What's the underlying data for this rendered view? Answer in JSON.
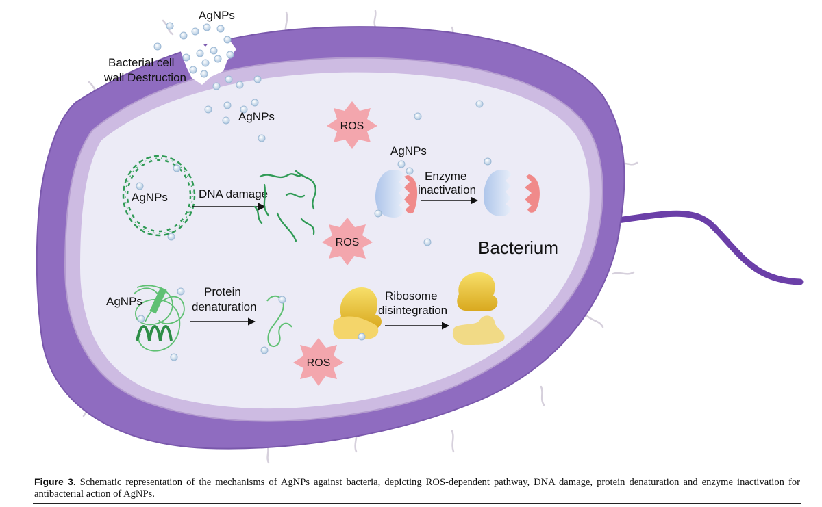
{
  "labels": {
    "agnps_top": "AgNPs",
    "cell_wall": [
      "Bacterial cell",
      "wall Destruction"
    ],
    "agnps_upper": "AgNPs",
    "ros": "ROS",
    "agnps_enzyme": "AgNPs",
    "enzyme_inactivation": [
      "Enzyme",
      "inactivation"
    ],
    "agnps_dna": "AgNPs",
    "dna_damage": "DNA damage",
    "bacterium": "Bacterium",
    "agnps_protein": "AgNPs",
    "protein_denaturation": [
      "Protein",
      "denaturation"
    ],
    "ribosome_disintegration": [
      "Ribosome",
      "disintegration"
    ]
  },
  "colors": {
    "outer_wall": "#8f6cc0",
    "membrane": "#cdbbe2",
    "cytoplasm": "#ecebf6",
    "ros_star": "#f3a6ad",
    "dna": "#2f9a55",
    "protein": "#5fc073",
    "ribosome": "#f0cc45",
    "enzyme_blue": "#c2d3ee",
    "enzyme_red": "#f08a8a",
    "flagellum": "#6b3fa8",
    "nanoparticle": "#bcd3e7"
  },
  "caption": {
    "label": "Figure 3",
    "text": ". Schematic representation of the mechanisms of AgNPs against bacteria, depicting ROS-dependent pathway, DNA damage, protein denaturation and enzyme inactivation for antibacterial action of AgNPs."
  }
}
